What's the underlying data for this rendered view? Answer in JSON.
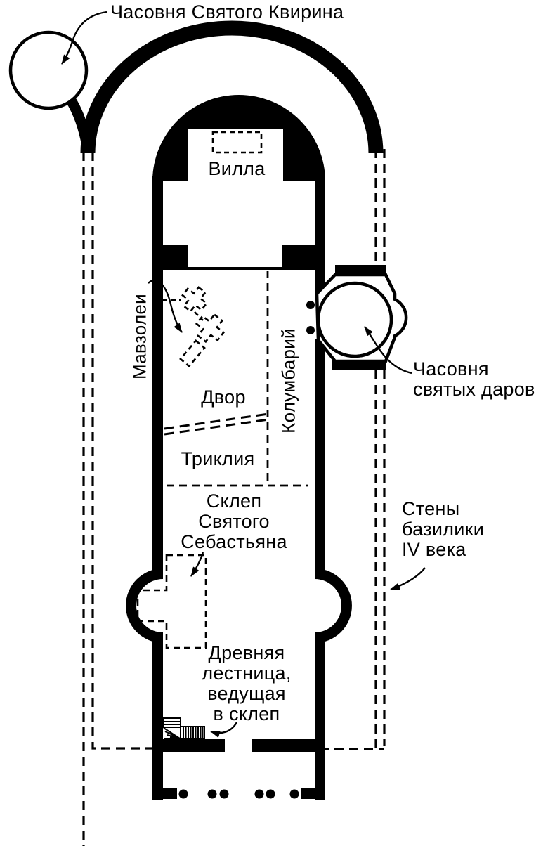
{
  "colors": {
    "ink": "#000000",
    "paper": "#ffffff"
  },
  "labels": {
    "quirinus_chapel": "Часовня Святого Квирина",
    "villa": "Вилла",
    "mausoleums": "Мавзолеи",
    "columbarium": "Колумбарий",
    "courtyard": "Двор",
    "triclia": "Триклия",
    "st_sebastian_crypt": "Склеп\nСвятого\nСебастьяна",
    "holy_gifts_chapel": "Часовня\nсвятых даров",
    "basilica_walls": "Стены\nбазилики\nIV века",
    "ancient_staircase": "Древняя\nлестница,\nведущая\nв склеп"
  }
}
